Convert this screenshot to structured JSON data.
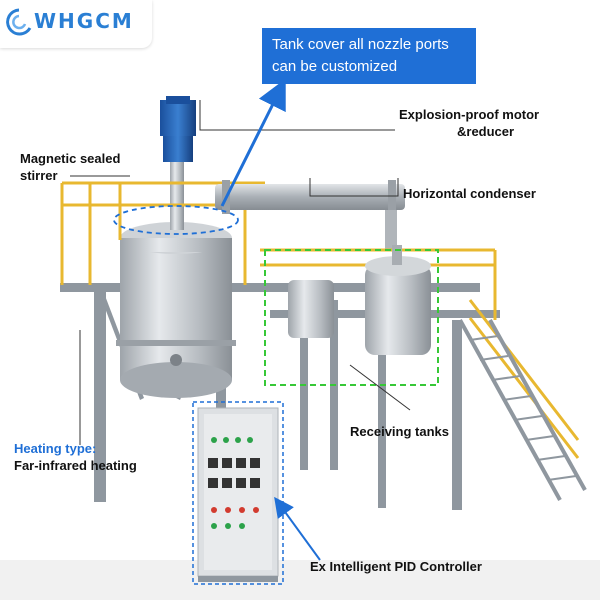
{
  "brand": {
    "logo_text": "WHGCM"
  },
  "banner": {
    "line1": "Tank cover all nozzle ports",
    "line2": "can be customized"
  },
  "labels": {
    "motor_line1": "Explosion-proof motor",
    "motor_line2": "&reducer",
    "stirrer_line1": "Magnetic sealed",
    "stirrer_line2": "stirrer",
    "condenser": "Horizontal condenser",
    "heating_title": "Heating type:",
    "heating_value": "Far-infrared heating",
    "receiving": "Receiving tanks",
    "controller": "Ex Intelligent PID Controller"
  },
  "colors": {
    "brand_blue": "#1f6fd6",
    "frame_gray": "#8f979f",
    "rail_yellow": "#e8b830",
    "steel": "#c9cdd1",
    "callout_green": "#37c837"
  }
}
